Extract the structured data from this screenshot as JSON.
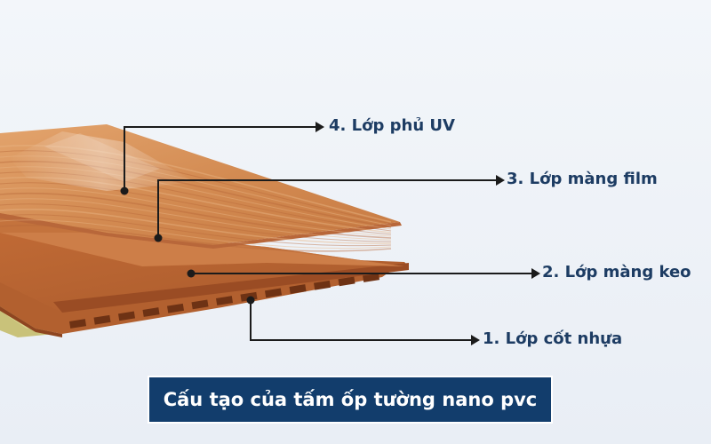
{
  "labels": {
    "layer4": "4. Lớp phủ UV",
    "layer3": "3. Lớp màng film",
    "layer2": "2. Lớp màng keo",
    "layer1": "1. Lớp cốt nhựa"
  },
  "caption": "Cấu tạo của tấm ốp tường nano pvc",
  "colors": {
    "label_text": "#1d3c63",
    "caption_bg": "#123d6c",
    "caption_text": "#ffffff",
    "pointer_lines": "#1b1b1b",
    "wood_light": "#d9935b",
    "wood_mid": "#c5733f",
    "wood_dark": "#9a4c24",
    "base_yellow": "#c9c27a"
  }
}
